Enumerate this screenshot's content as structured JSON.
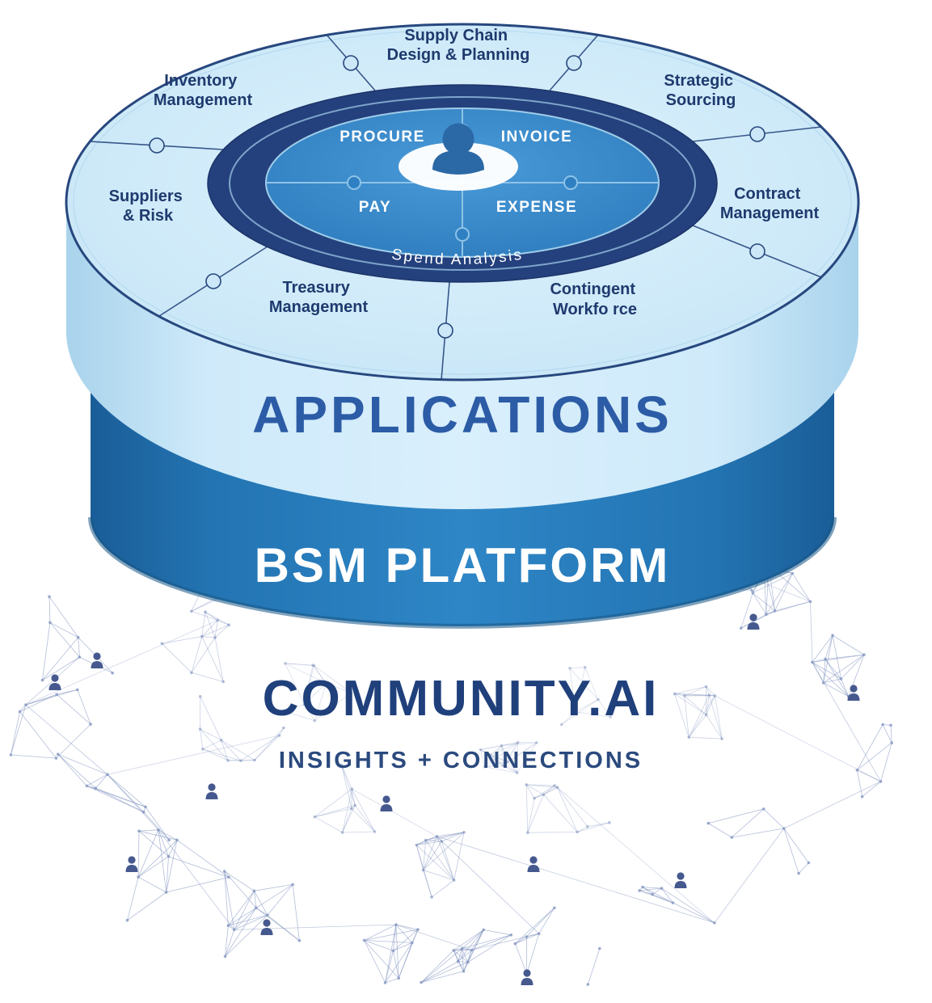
{
  "diagram": {
    "core": {
      "procure": "PROCURE",
      "invoice": "INVOICE",
      "pay": "PAY",
      "expense": "EXPENSE",
      "ring_label": "Spend Analysis"
    },
    "segments": [
      {
        "line1": "Inventory",
        "line2": "Management"
      },
      {
        "line1": "Supply Chain",
        "line2": "Design & Planning"
      },
      {
        "line1": "Strategic",
        "line2": "Sourcing"
      },
      {
        "line1": "Contract",
        "line2": "Management"
      },
      {
        "line1": "Contingent",
        "line2": "Workfo rce"
      },
      {
        "line1": "Treasury",
        "line2": "Management"
      },
      {
        "line1": "Suppliers",
        "line2": "& Risk"
      }
    ],
    "tiers": {
      "applications": "APPLICATIONS",
      "platform": "BSM PLATFORM"
    },
    "community": {
      "title": "COMMUNITY.AI",
      "subtitle": "INSIGHTS + CONNECTIONS"
    },
    "colors": {
      "surface_light": "#cbe7f8",
      "band_dark": "#2478b7",
      "ring_navy": "#24407d",
      "core_blue": "#2e80c2",
      "text_navy": "#1e3a6e",
      "title_navy": "#20407c",
      "mesh": "#8093bf",
      "white": "#ffffff"
    }
  }
}
